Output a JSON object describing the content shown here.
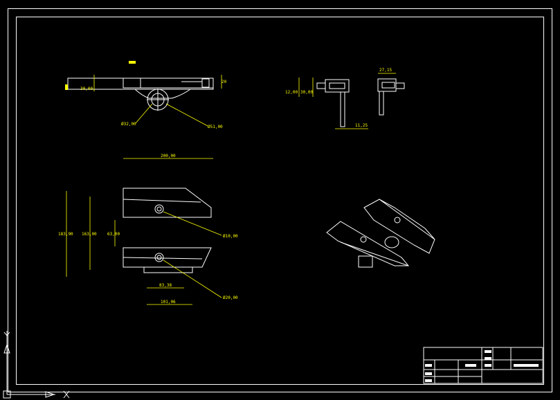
{
  "colors": {
    "background": "#000000",
    "geometry": "#ffffff",
    "dimension": "#ffff00"
  },
  "dimensions": {
    "top_height_left": "30,00",
    "top_height_right": "20",
    "top_dia_a": "Ø32,00",
    "top_dia_b": "Ø51,00",
    "side_a": "12,00",
    "side_b": "30,00",
    "side_c": "11,25",
    "end_a": "27,15",
    "front_width": "200,00",
    "front_h1": "183,90",
    "front_h2": "163,00",
    "front_gap": "63,00",
    "front_hole1": "Ø10,00",
    "front_hole2": "Ø20,00",
    "bottom_a": "83,38",
    "bottom_b": "101,06"
  }
}
